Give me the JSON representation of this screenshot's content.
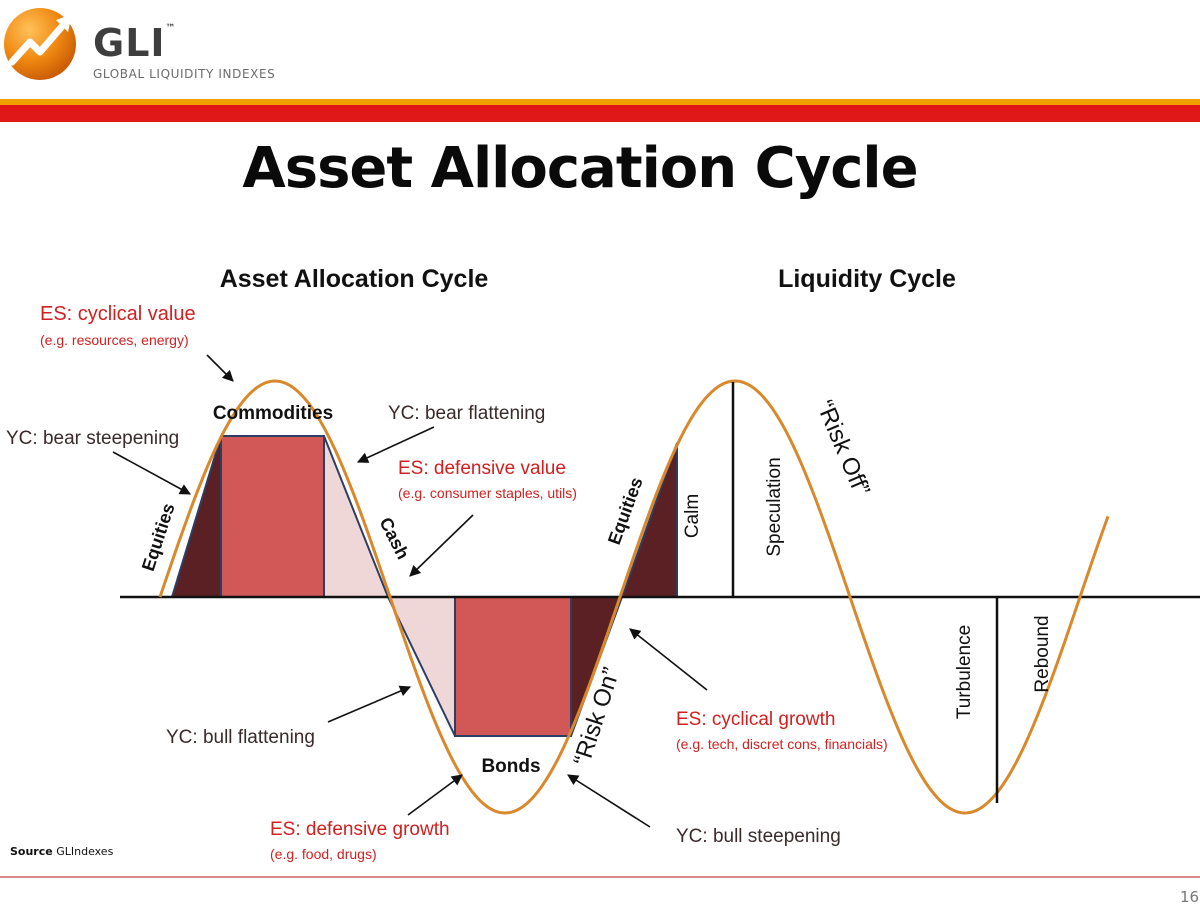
{
  "header": {
    "brand": "GLI",
    "tm": "™",
    "subtitle": "GLOBAL LIQUIDITY INDEXES",
    "logo_icon": "orange-ball-rising-arrow-logo",
    "colors": {
      "accent_orange": "#f2a200",
      "accent_red": "#e01818"
    }
  },
  "title": "Asset Allocation Cycle",
  "left_panel": {
    "heading": "Asset Allocation Cycle",
    "phases": {
      "equities_left": "Equities",
      "commodities": "Commodities",
      "cash": "Cash",
      "bonds": "Bonds",
      "equities_right": "Equities"
    },
    "risk_on": "“Risk On”",
    "annotations": {
      "es_cyclical_value": "ES: cyclical value",
      "es_cyclical_value_eg": "(e.g. resources, energy)",
      "yc_bear_steepening": "YC: bear steepening",
      "yc_bear_flattening": "YC: bear flattening",
      "es_defensive_value": "ES: defensive value",
      "es_defensive_value_eg": "(e.g. consumer staples, utils)",
      "yc_bull_flattening": "YC: bull flattening",
      "es_defensive_growth": "ES: defensive growth",
      "es_defensive_growth_eg": "(e.g. food, drugs)",
      "es_cyclical_growth": "ES: cyclical growth",
      "es_cyclical_growth_eg": "(e.g. tech, discret cons, financials)",
      "yc_bull_steepening": "YC: bull steepening"
    }
  },
  "right_panel": {
    "heading": "Liquidity Cycle",
    "phases": {
      "calm": "Calm",
      "speculation": "Speculation",
      "turbulence": "Turbulence",
      "rebound": "Rebound"
    },
    "risk_off": "“Risk Off”"
  },
  "footer": {
    "source_label": "Source",
    "source_text": " GLIndexes",
    "page_number": "16"
  },
  "colors": {
    "curve": "#d9892b",
    "dark_maroon": "#5a2024",
    "mid_red": "#d25757",
    "light_pink": "#f0d7d7",
    "annotation_red": "#d21f1f",
    "annotation_dark": "#3b2a2a"
  }
}
